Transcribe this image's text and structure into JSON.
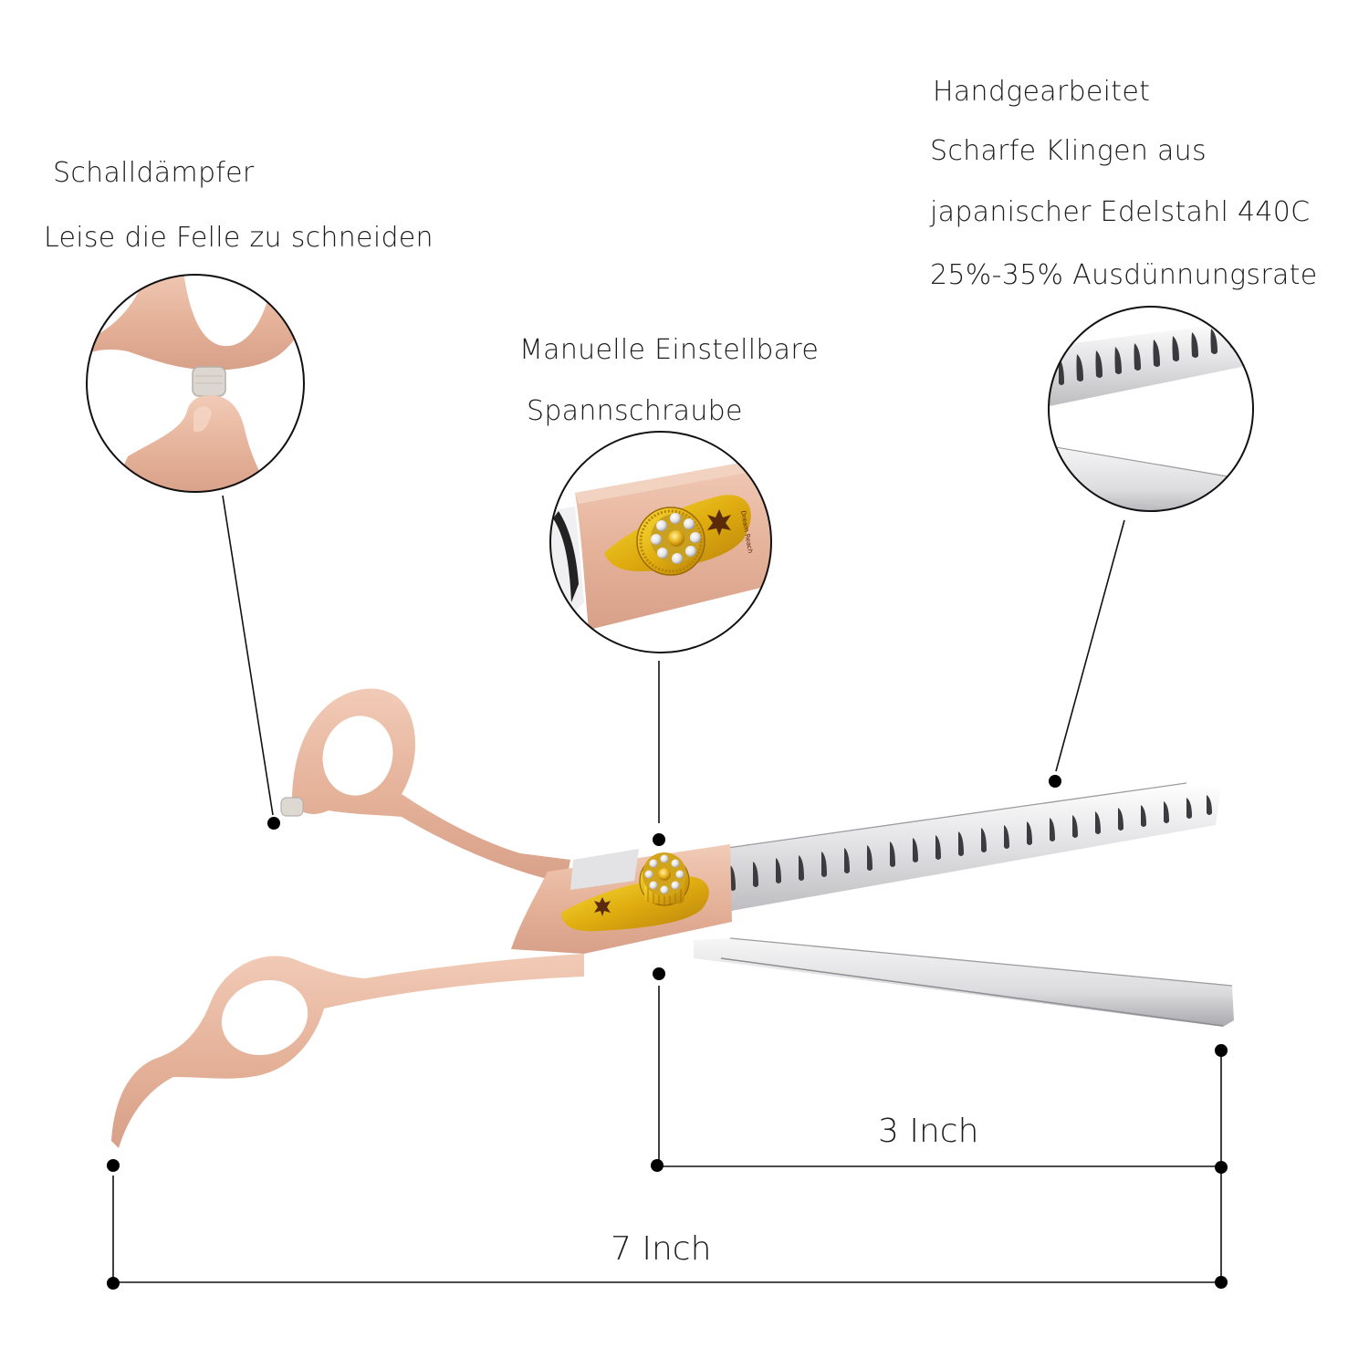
{
  "callouts": {
    "silencer": {
      "title": "Schalldämpfer",
      "subtitle": "Leise die Felle zu schneiden"
    },
    "tension_screw": {
      "title": "Manuelle Einstellbare",
      "subtitle": "Spannschraube"
    },
    "blades": {
      "lines": [
        "Handgearbeitet",
        "Scharfe Klingen aus",
        "japanischer Edelstahl 440C",
        "25%-35% Ausdünnungsrate"
      ]
    }
  },
  "dimensions": {
    "blade_length": "3 Inch",
    "total_length": "7 Inch"
  },
  "product": {
    "name": "thinning scissors",
    "handle_color": "#e8b9a2",
    "handle_shadow": "#d49e86",
    "blade_color": "#e9e9ea",
    "screw_color": "#e2b417",
    "teeth_count": 22
  }
}
